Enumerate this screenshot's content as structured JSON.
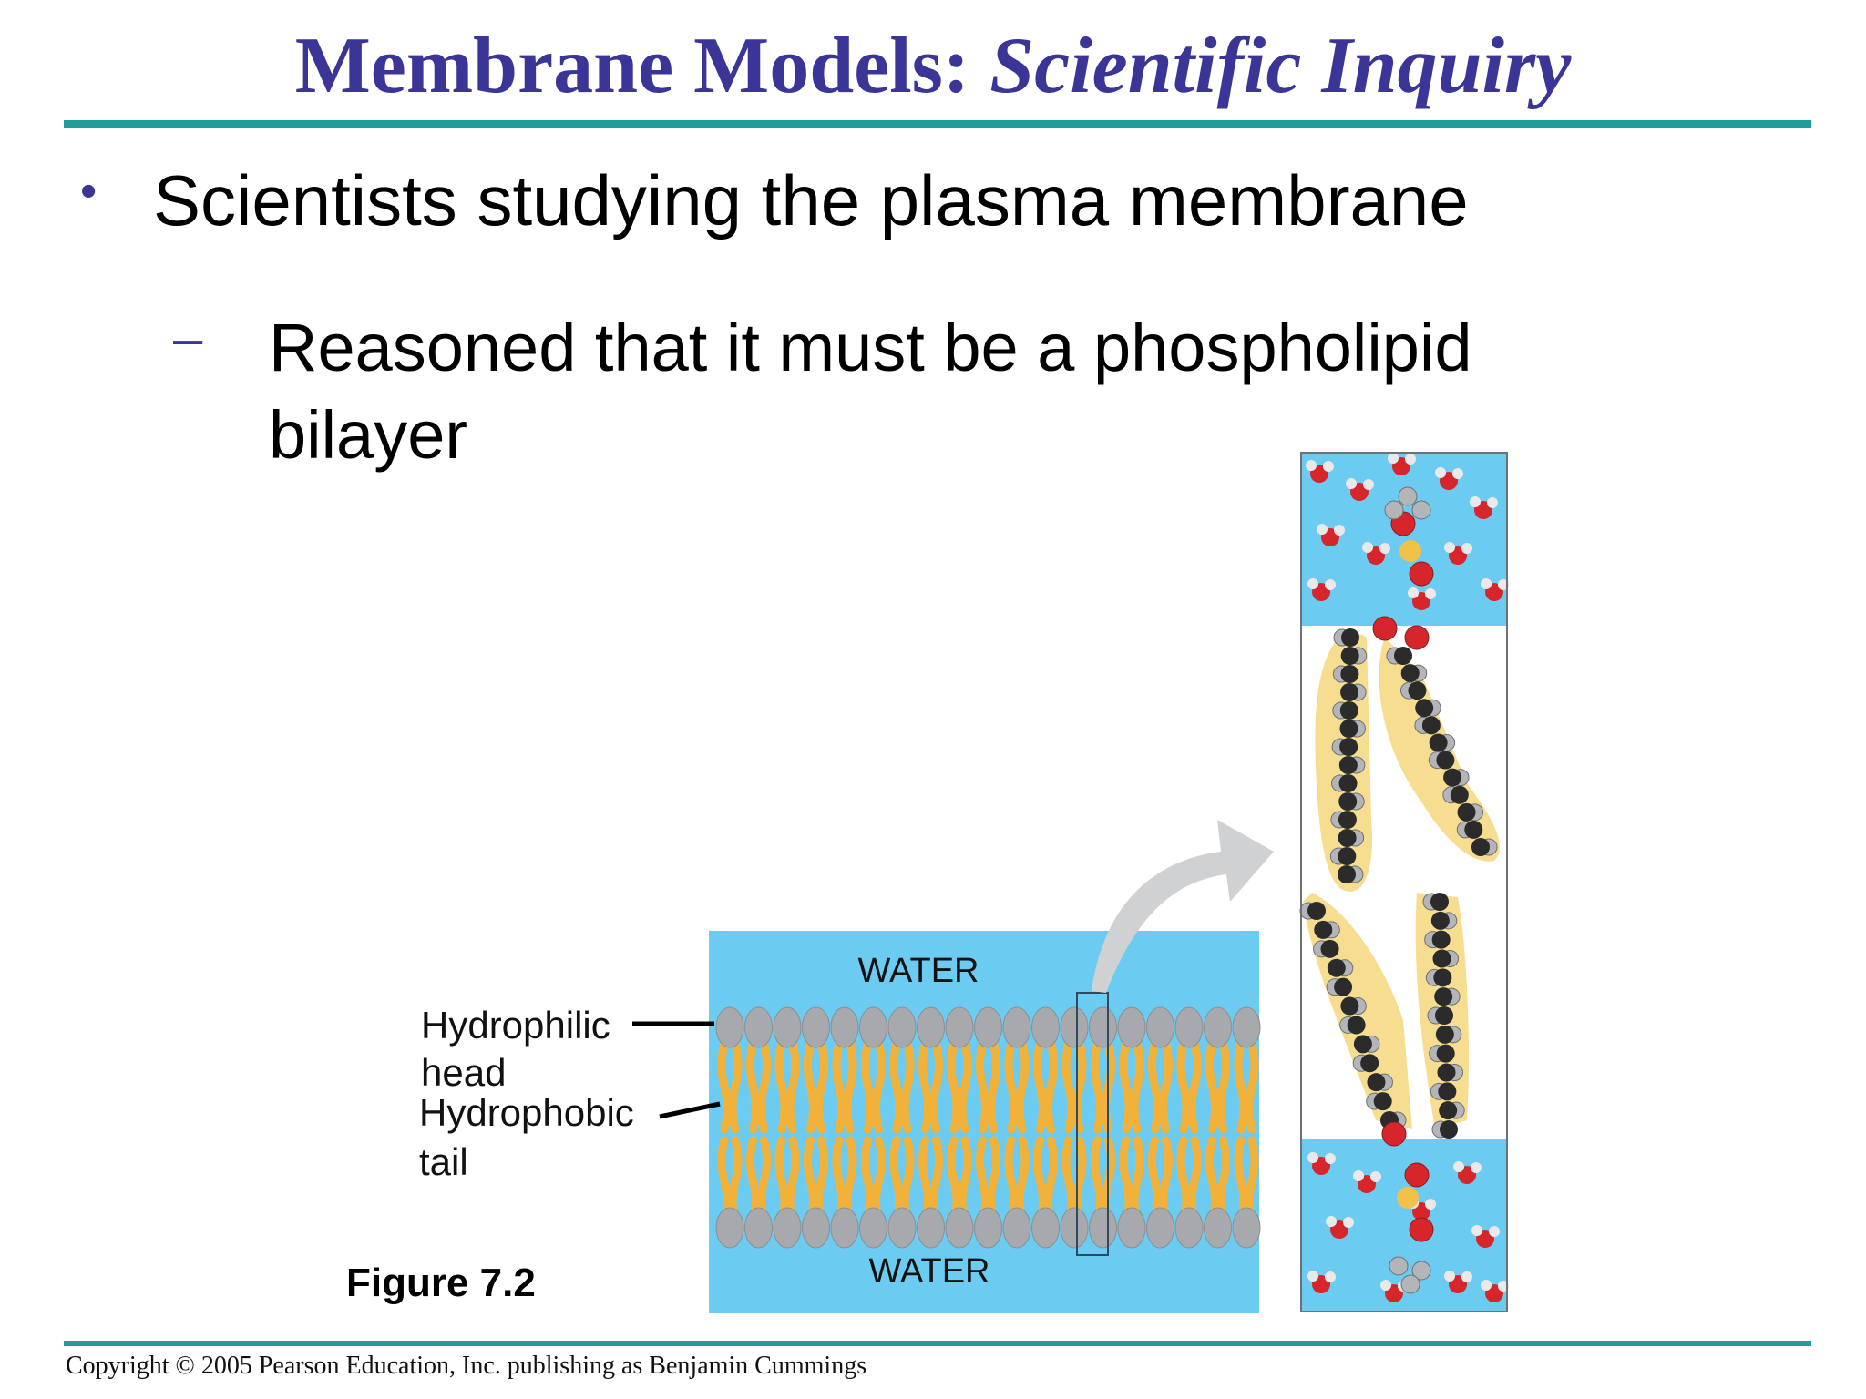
{
  "slide": {
    "title_main": "Membrane Models: ",
    "title_italic": "Scientific Inquiry",
    "bullet": "Scientists studying the plasma membrane",
    "sub_bullet": "Reasoned that it must be a phospholipid bilayer",
    "figure_label": "Figure 7.2",
    "copyright": "Copyright © 2005 Pearson Education, Inc. publishing as Benjamin Cummings"
  },
  "diagram": {
    "water_top": "WATER",
    "water_bottom": "WATER",
    "head_label_line1": "Hydrophilic",
    "head_label_line2": "head",
    "tail_label_line1": "Hydrophobic",
    "tail_label_line2": "tail"
  },
  "colors": {
    "title": "#3a3596",
    "rule": "#1f9d9b",
    "water": "#6ccbf1",
    "tail": "#f2b23a",
    "head": "#a7a9ac",
    "oxygen": "#d7262b",
    "carbon": "#2b2b2b"
  }
}
